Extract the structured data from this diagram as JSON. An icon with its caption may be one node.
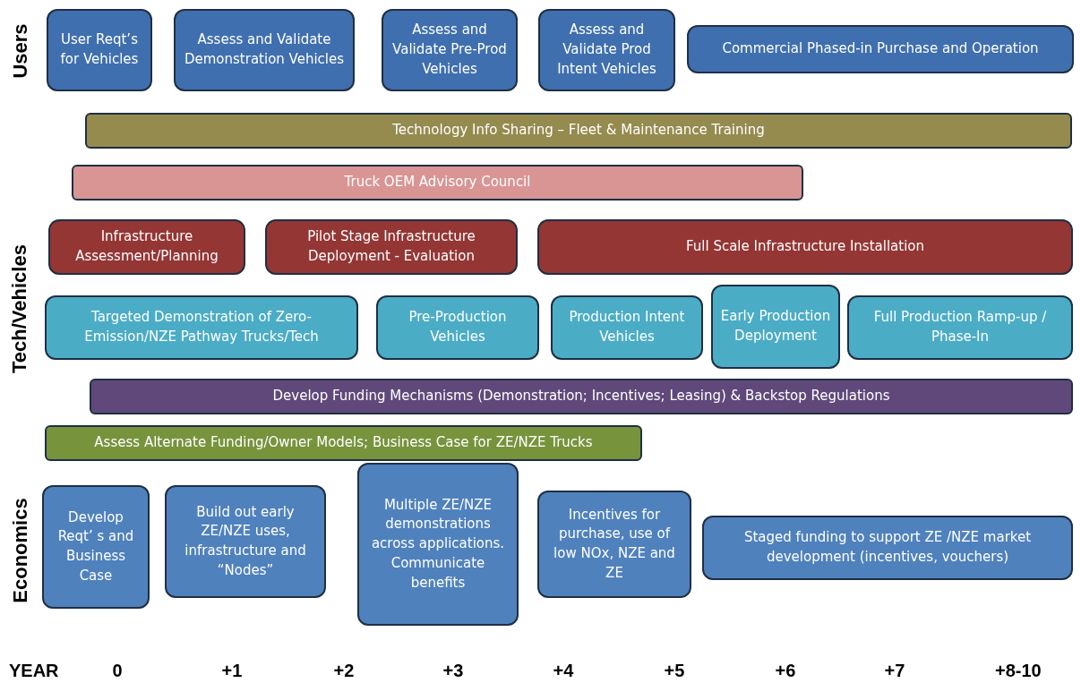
{
  "diagram": {
    "nodes": [
      {
        "text": [
          "User Reqt’s for Vehicles"
        ]
      },
      {
        "text": [
          "Assess and Validate Demonstration Vehicles"
        ]
      },
      {
        "text": [
          "Assess and Validate Pre-Prod Vehicles"
        ]
      },
      {
        "text": [
          "Assess and Validate Prod Intent Vehicles"
        ]
      },
      {
        "text": [
          "Commercial Phased-in Purchase and Operation"
        ]
      },
      {
        "text": [
          "Technology Info Sharing – Fleet & Maintenance Training"
        ]
      },
      {
        "text": [
          "Truck OEM Advisory Council"
        ]
      },
      {
        "text": [
          "Infrastructure Assessment/Planning"
        ]
      },
      {
        "text": [
          "Pilot Stage Infrastructure Deployment - Evaluation"
        ]
      },
      {
        "text": [
          "Full Scale Infrastructure Installation"
        ]
      },
      {
        "text": [
          "Targeted Demonstration of Zero-Emission/NZE Pathway Trucks/Tech"
        ]
      },
      {
        "text": [
          "Pre-Production Vehicles"
        ]
      },
      {
        "text": [
          "Production Intent Vehicles"
        ]
      },
      {
        "text": [
          "Early Production Deployment"
        ]
      },
      {
        "text": [
          "Full Production Ramp-up / Phase-In"
        ]
      },
      {
        "text": [
          "Develop Funding Mechanisms (Demonstration; Incentives; Leasing) & Backstop Regulations"
        ]
      },
      {
        "text": [
          "Assess Alternate Funding/Owner Models; Business Case for ZE/NZE Trucks"
        ]
      },
      {
        "text": [
          "Develop Reqt’ s and Business Case"
        ]
      },
      {
        "text": [
          "Build out early ZE/NZE uses, infrastructure and “Nodes”"
        ]
      },
      {
        "text": [
          "Multiple ZE/NZE demonstrations across applications. Communicate benefits"
        ]
      },
      {
        "text": [
          "Incentives for purchase, use of low NOx, NZE and ZE"
        ]
      },
      {
        "text": [
          "Staged funding to support ZE /NZE market development (incentives, vouchers)"
        ]
      }
    ],
    "labels": [
      "Users",
      "Tech/Vehicles",
      "Economics",
      "YEAR",
      "0",
      "+1",
      "+2",
      "+3",
      "+4",
      "+5",
      "+6",
      "+7",
      "+8-10"
    ]
  }
}
